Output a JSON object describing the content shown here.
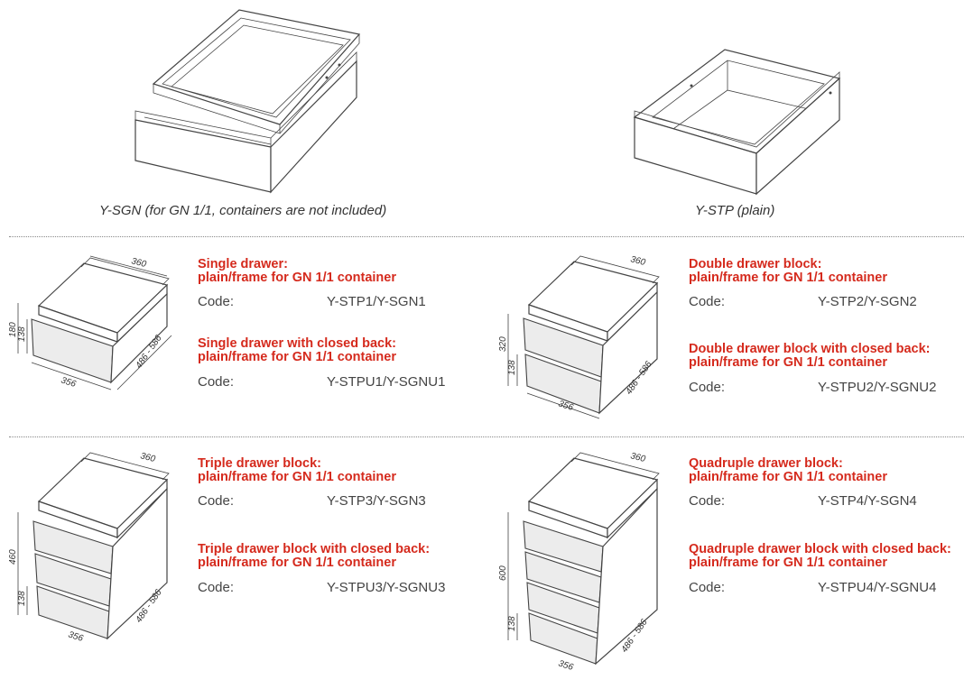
{
  "top": {
    "left_caption": "Y-SGN (for GN 1/1, containers are not included)",
    "right_caption": "Y-STP (plain)",
    "left_image": "drawer-with-gn-frame-illustration",
    "right_image": "plain-drawer-illustration"
  },
  "colors": {
    "title": "#d52a1d",
    "text": "#444444",
    "separator": "#888888"
  },
  "blocks": [
    {
      "dims": {
        "width": "360",
        "front": "356",
        "depth": "486 - 586",
        "height": "180",
        "drawer": "138"
      },
      "drawers": 1,
      "option1": {
        "line1": "Single drawer:",
        "line2": "plain/frame for GN 1/1 container",
        "code_label": "Code:",
        "code": "Y-STP1/Y-SGN1"
      },
      "option2": {
        "line1": "Single drawer with closed back:",
        "line2": "plain/frame for GN 1/1 container",
        "code_label": "Code:",
        "code": "Y-STPU1/Y-SGNU1"
      }
    },
    {
      "dims": {
        "width": "360",
        "front": "356",
        "depth": "486 - 586",
        "height": "320",
        "drawer": "138"
      },
      "drawers": 2,
      "option1": {
        "line1": "Double drawer block:",
        "line2": "plain/frame for GN 1/1 container",
        "code_label": "Code:",
        "code": "Y-STP2/Y-SGN2"
      },
      "option2": {
        "line1": "Double drawer block with closed back:",
        "line2": "plain/frame for GN 1/1 container",
        "code_label": "Code:",
        "code": "Y-STPU2/Y-SGNU2"
      }
    },
    {
      "dims": {
        "width": "360",
        "front": "356",
        "depth": "486 - 586",
        "height": "460",
        "drawer": "138"
      },
      "drawers": 3,
      "option1": {
        "line1": "Triple drawer block:",
        "line2": "plain/frame for GN 1/1 container",
        "code_label": "Code:",
        "code": "Y-STP3/Y-SGN3"
      },
      "option2": {
        "line1": "Triple drawer block with closed back:",
        "line2": "plain/frame for GN 1/1 container",
        "code_label": "Code:",
        "code": "Y-STPU3/Y-SGNU3"
      }
    },
    {
      "dims": {
        "width": "360",
        "front": "356",
        "depth": "486 - 586",
        "height": "600",
        "drawer": "138"
      },
      "drawers": 4,
      "option1": {
        "line1": "Quadruple drawer block:",
        "line2": "plain/frame for GN 1/1 container",
        "code_label": "Code:",
        "code": "Y-STP4/Y-SGN4"
      },
      "option2": {
        "line1": "Quadruple drawer block with closed back:",
        "line2": "plain/frame for GN 1/1 container",
        "code_label": "Code:",
        "code": "Y-STPU4/Y-SGNU4"
      }
    }
  ]
}
